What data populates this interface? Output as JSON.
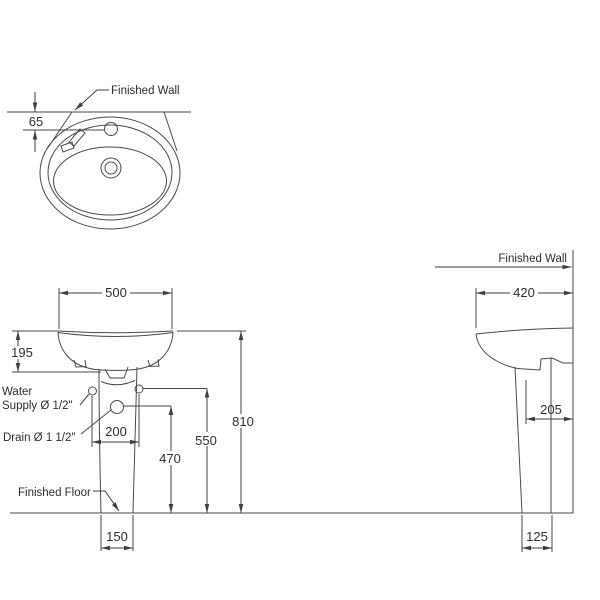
{
  "drawing": {
    "type": "pedestal-washbasin-installation-dimensions",
    "line_color": "#4a4a4a",
    "text_color": "#2e2e2e",
    "background": "#ffffff"
  },
  "top_view": {
    "wall_label": "Finished Wall",
    "dim_wall_to_faucet": "65"
  },
  "front_view": {
    "dim_width": "500",
    "dim_basin_height": "195",
    "water_supply_label_line1": "Water",
    "water_supply_label_line2": "Supply Ø 1/2\"",
    "drain_label": "Drain Ø 1 1/2\"",
    "dim_supply_spacing": "200",
    "dim_drain_height": "470",
    "dim_supply_height": "550",
    "dim_total_height": "810",
    "floor_label": "Finished Floor",
    "dim_pedestal_width": "150"
  },
  "side_view": {
    "wall_label": "Finished Wall",
    "dim_depth": "420",
    "dim_pedestal_to_wall": "205",
    "dim_pedestal_depth": "125"
  }
}
